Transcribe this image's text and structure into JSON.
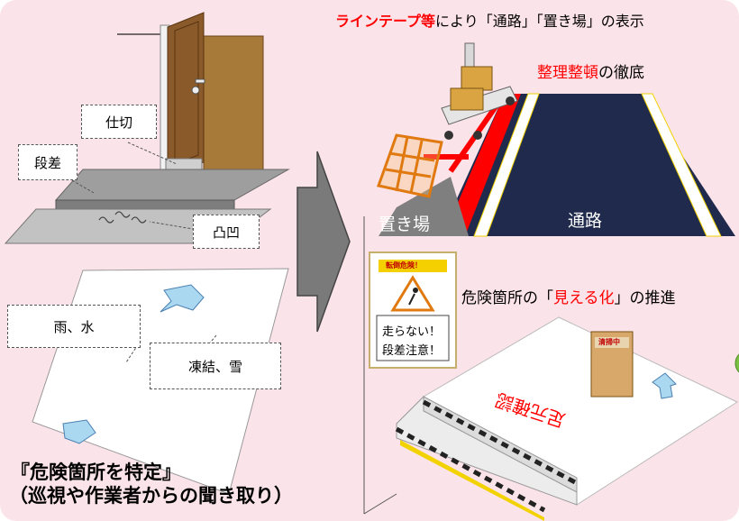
{
  "left": {
    "callout_partition": "仕切",
    "callout_step": "段差",
    "callout_bump": "凸凹",
    "callout_rain": "雨、水",
    "callout_freeze": "凍結、雪",
    "title_line1": "『危険箇所を特定』",
    "title_line2": "（巡視や作業者からの聞き取り）"
  },
  "right": {
    "line_tape_prefix": "ラインテープ等",
    "line_tape_rest": "により「通路」「置き場」の表示",
    "seiri_highlight": "整理整頓",
    "seiri_rest": "の徹底",
    "label_storage": "置き場",
    "label_aisle": "通路",
    "visualize_prefix": "危険箇所の「",
    "visualize_highlight": "見える化",
    "visualize_suffix": "」の推進",
    "sign_header": "転倒危険！",
    "sign_line1": "走らない！",
    "sign_line2": "段差注意！",
    "floor_text": "足元確認",
    "standing_sign_header": "清掃中"
  },
  "colors": {
    "background": "#fbe3ea",
    "highlight_red": "#ff0000",
    "aisle_navy": "#1f2a4d",
    "door_brown": "#8a5a2b",
    "water_blue": "#a9d8f0",
    "arrow_gray": "#7a7a7a"
  }
}
